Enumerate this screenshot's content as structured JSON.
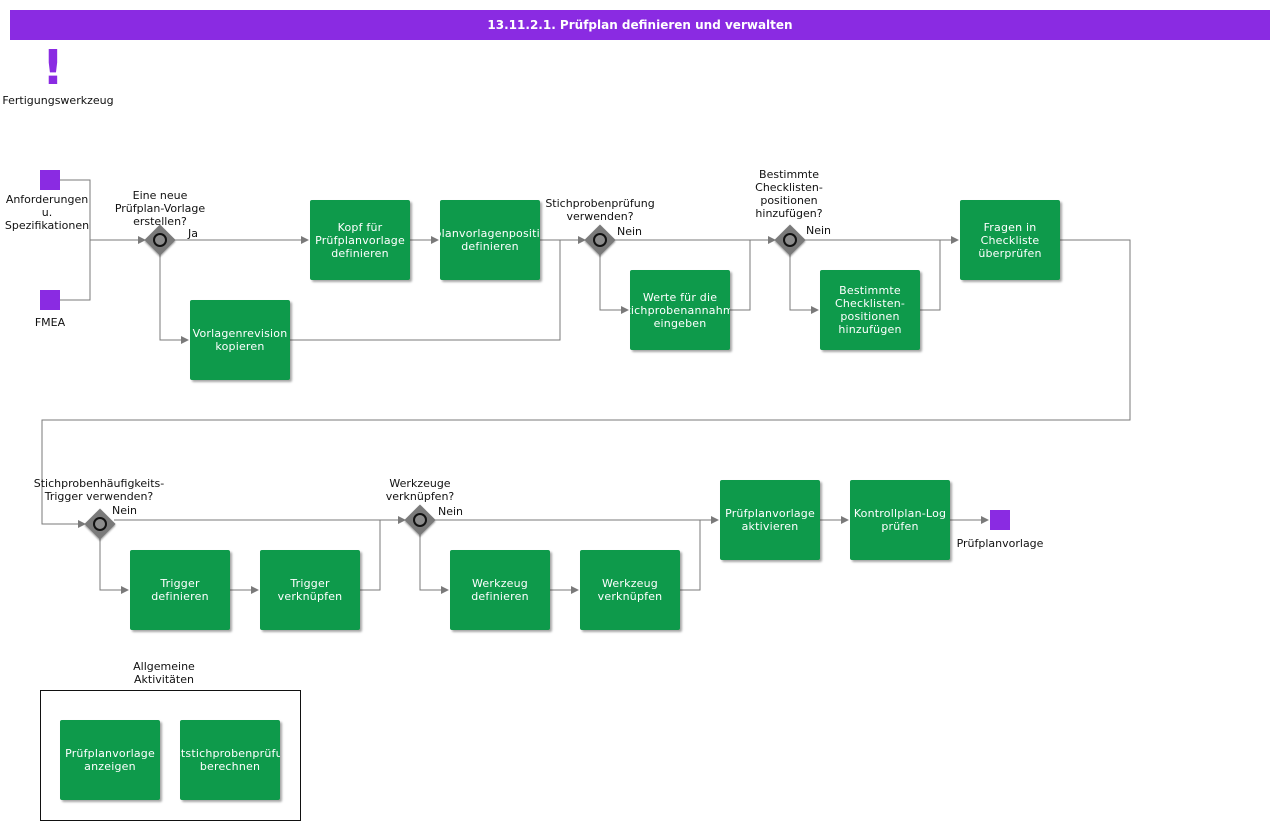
{
  "title": "13.11.2.1. Prüfplan definieren und verwalten",
  "colors": {
    "title_bg": "#8a2be2",
    "event": "#8a2be2",
    "task": "#0e9a4b",
    "gateway": "#7a7a7a",
    "line": "#7a7a7a"
  },
  "icons": {
    "warning": "exclamation-icon"
  },
  "annotation": {
    "label": "Fertigungswerkzeug"
  },
  "start_events": {
    "anforderungen": "Anforderungen\nu.\nSpezifikationen",
    "fmea": "FMEA"
  },
  "end_event": {
    "label": "Prüfplanvorlage"
  },
  "gateways": {
    "g1": {
      "question": "Eine neue\nPrüfplan-Vorlage\nerstellen?",
      "branch": "Ja"
    },
    "g2": {
      "question": "Stichprobenprüfung\nverwenden?",
      "branch": "Nein"
    },
    "g3": {
      "question": "Bestimmte\nChecklisten-\npositionen\nhinzufügen?",
      "branch": "Nein"
    },
    "g4": {
      "question": "Stichprobenhäufigkeits-\nTrigger verwenden?",
      "branch": "Nein"
    },
    "g5": {
      "question": "Werkzeuge\nverknüpfen?",
      "branch": "Nein"
    }
  },
  "tasks": {
    "kopf": "Kopf für\nPrüfplanvorlage\ndefinieren",
    "positionen": "Prüfplanvorlagenpositionen\ndefinieren",
    "revision": "Vorlagenrevision\nkopieren",
    "werte": "Werte für die\nStichprobenannahme\neingeben",
    "checkliste_pos": "Bestimmte\nChecklisten-\npositionen\nhinzufügen",
    "fragen": "Fragen in\nCheckliste\nüberprüfen",
    "trigger_def": "Trigger\ndefinieren",
    "trigger_link": "Trigger\nverknüpfen",
    "werkzeug_def": "Werkzeug\ndefinieren",
    "werkzeug_link": "Werkzeug\nverknüpfen",
    "aktivieren": "Prüfplanvorlage\naktivieren",
    "kontrollplan": "Kontrollplan-Log\nprüfen"
  },
  "general_group": {
    "title": "Allgemeine\nAktivitäten",
    "tasks": {
      "anzeigen": "Prüfplanvorlage\nanzeigen",
      "berechnen": "Teststichprobenprüfung\nberechnen"
    }
  }
}
